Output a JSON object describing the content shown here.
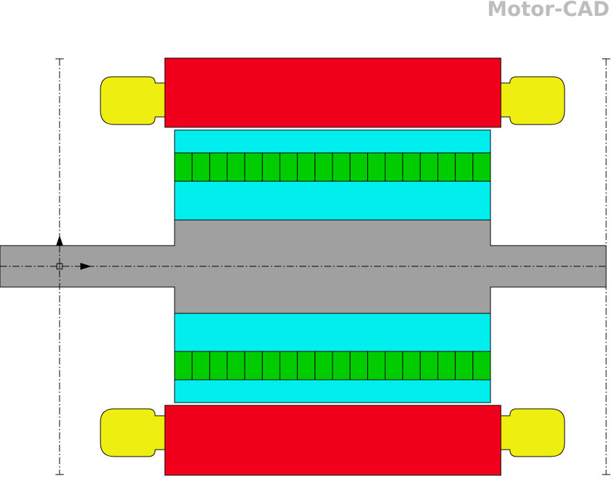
{
  "watermark": {
    "text": "Motor-CAD",
    "color": "#bdbdbd"
  },
  "colors": {
    "stator_housing": "#f0001a",
    "end_winding": "#eeee11",
    "magnet": "#00eeee",
    "slot_copper": "#00cc00",
    "shaft": "#a0a0a0",
    "outline": "#000000",
    "centerline": "#000000"
  },
  "diagram": {
    "slot_count_per_row": 18,
    "components": [
      "stator-housing-top",
      "stator-housing-bottom",
      "end-winding-top-left",
      "end-winding-top-right",
      "end-winding-bottom-left",
      "end-winding-bottom-right",
      "magnet-top-outer",
      "magnet-top-inner",
      "magnet-bottom-outer",
      "magnet-bottom-inner",
      "rotor-slot-row-top",
      "rotor-slot-row-bottom",
      "shaft"
    ],
    "axis_markers": [
      "x-axis-arrow",
      "y-axis-arrow",
      "origin-marker"
    ]
  }
}
